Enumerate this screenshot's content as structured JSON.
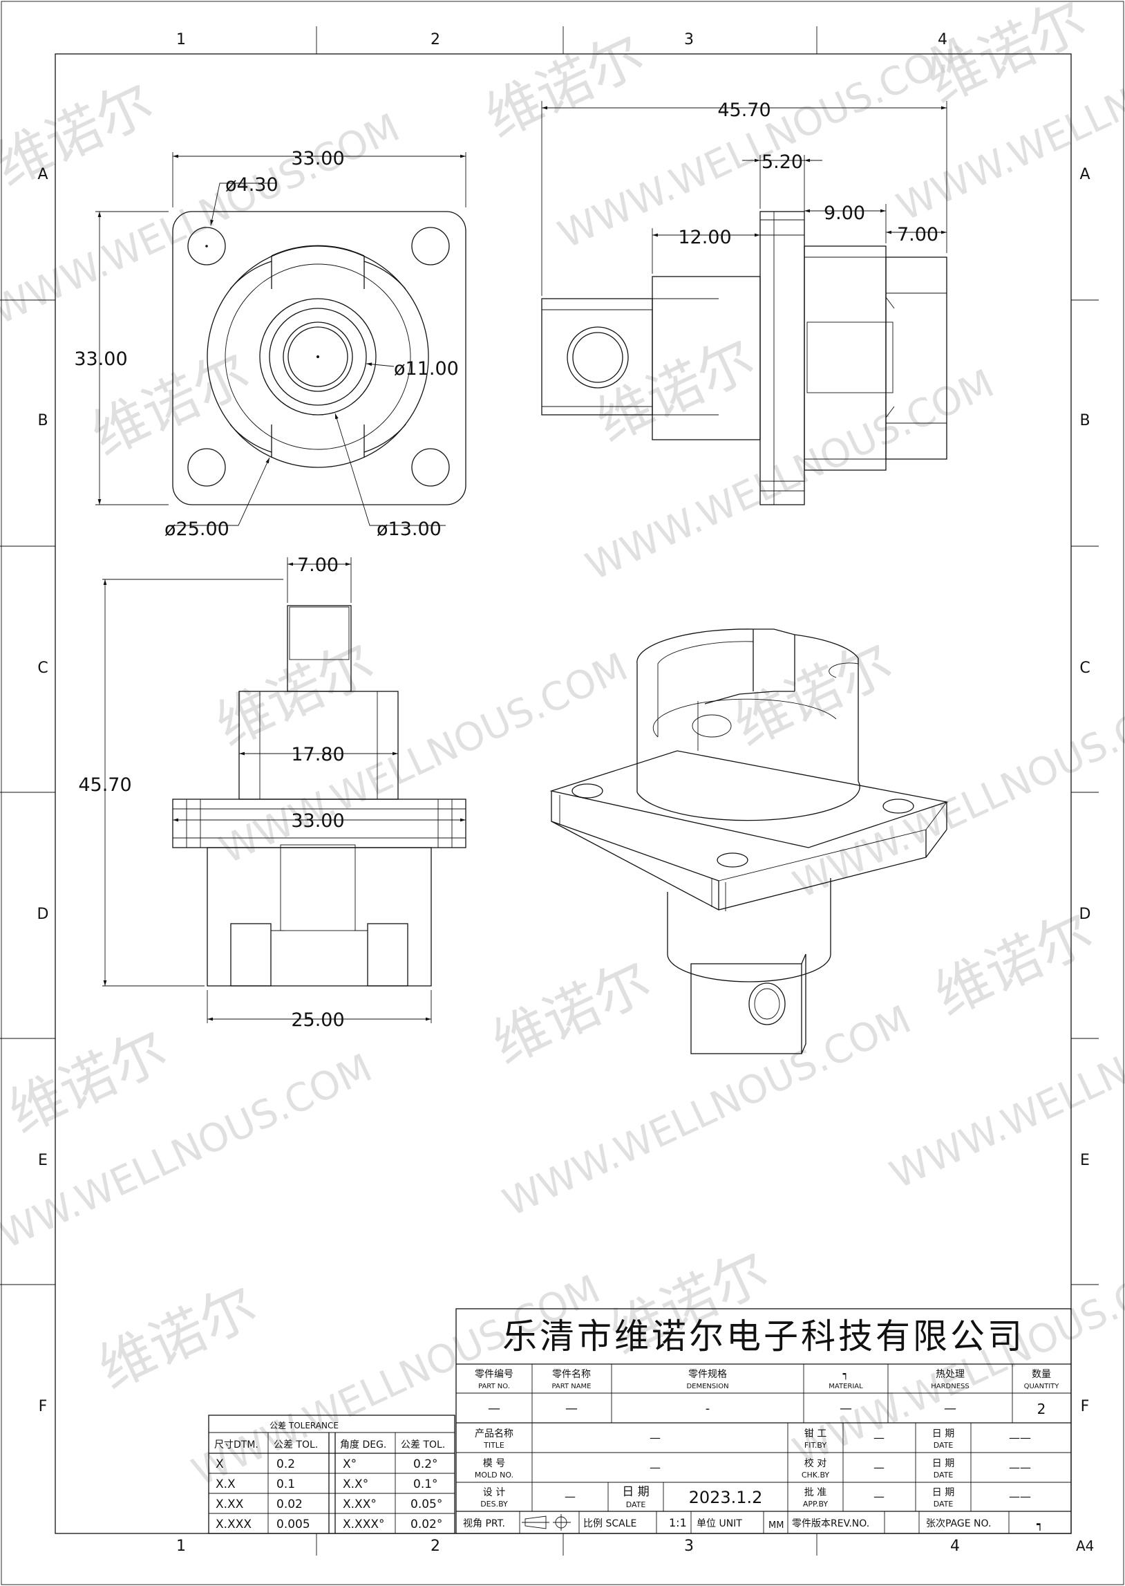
{
  "grid": {
    "columns": [
      "1",
      "2",
      "3",
      "4"
    ],
    "rows": [
      "A",
      "B",
      "C",
      "D",
      "E",
      "F"
    ],
    "sheet_size": "A4"
  },
  "watermark": {
    "cn": "维诺尔",
    "en": "WWW.WELLNOUS.COM",
    "en_short": "WELLNOUS.COM"
  },
  "dims": {
    "front_width": "33.00",
    "front_height": "33.00",
    "hole_dia": "ø4.30",
    "inner_dia": "ø11.00",
    "outer_dia": "ø25.00",
    "mid_dia": "ø13.00",
    "side_total": "45.70",
    "side_flange": "5.20",
    "side_a": "12.00",
    "side_b": "9.00",
    "side_c": "7.00",
    "bottom_top": "7.00",
    "bottom_height": "45.70",
    "bottom_mid": "17.80",
    "bottom_flange": "33.00",
    "bottom_base": "25.00"
  },
  "title_block": {
    "company": "乐清市维诺尔电子科技有限公司",
    "headers": [
      {
        "cn": "零件编号",
        "en": "PART NO."
      },
      {
        "cn": "零件名称",
        "en": "PART NAME"
      },
      {
        "cn": "零件规格",
        "en": "DEMENSION"
      },
      {
        "cn": "┑",
        "en": "MATERIAL"
      },
      {
        "cn": "热处理",
        "en": "HARDNESS"
      },
      {
        "cn": "数量",
        "en": "QUANTITY"
      }
    ],
    "values": [
      "—",
      "—",
      "-",
      "—",
      "—",
      "2"
    ],
    "rows": [
      {
        "cn": "产品名称",
        "en": "TITLE",
        "value": "—",
        "role_cn": "钳 工",
        "role_en": "FIT.BY",
        "role_value": "—",
        "date_cn": "日 期",
        "date_en": "DATE",
        "date_value": "——"
      },
      {
        "cn": "模 号",
        "en": "MOLD NO.",
        "value": "—",
        "role_cn": "校 对",
        "role_en": "CHK.BY",
        "role_value": "—",
        "date_cn": "日 期",
        "date_en": "DATE",
        "date_value": "——"
      },
      {
        "cn": "设 计",
        "en": "DES.BY",
        "value": "—",
        "role_cn": "批 准",
        "role_en": "APP.BY",
        "role_value": "—",
        "date_cn": "日 期",
        "date_en": "DATE",
        "date_value": "——"
      }
    ],
    "design_date_cn": "日 期",
    "design_date_en": "DATE",
    "design_date_value": "2023.1.2",
    "bottom": {
      "view_label": "视角 PRT.",
      "scale_label": "比例 SCALE",
      "scale_value": "1:1",
      "unit_label": "单位 UNIT",
      "unit_value": "MM",
      "rev_label": "零件版本REV.NO.",
      "page_label": "张次PAGE NO.",
      "page_value": "┑"
    }
  },
  "tolerance": {
    "title": "公差 TOLERANCE",
    "headers": [
      "尺寸DTM.",
      "公差 TOL.",
      "角度 DEG.",
      "公差 TOL."
    ],
    "rows": [
      [
        "X",
        "0.2",
        "X°",
        "0.2°"
      ],
      [
        "X.X",
        "0.1",
        "X.X°",
        "0.1°"
      ],
      [
        "X.XX",
        "0.02",
        "X.XX°",
        "0.05°"
      ],
      [
        "X.XXX",
        "0.005",
        "X.XXX°",
        "0.02°"
      ]
    ]
  }
}
